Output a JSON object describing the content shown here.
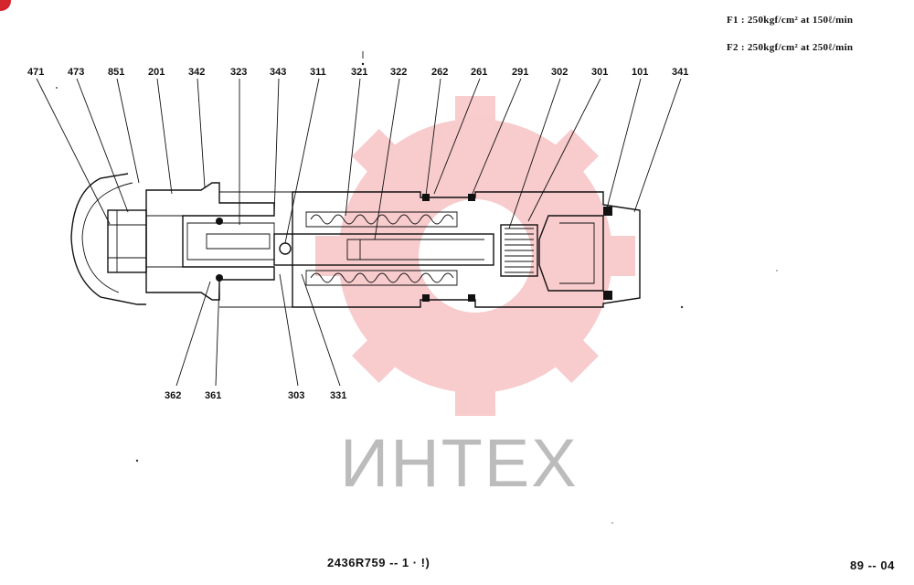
{
  "specs": {
    "f1": "F1 : 250kgf/cm² at 150ℓ/min",
    "f2": "F2 : 250kgf/cm² at 250ℓ/min"
  },
  "watermark": {
    "text": "ИНТЕХ",
    "color": "#e8494f"
  },
  "labels_top": [
    "471",
    "473",
    "851",
    "201",
    "342",
    "323",
    "343",
    "311",
    "321",
    "322",
    "262",
    "261",
    "291",
    "302",
    "301",
    "101",
    "341"
  ],
  "labels_bottom": [
    "362",
    "361",
    "303",
    "331"
  ],
  "footer": {
    "drawing_number": "2436R759 -- 1 · !)",
    "page_number": "89 -- 04"
  }
}
